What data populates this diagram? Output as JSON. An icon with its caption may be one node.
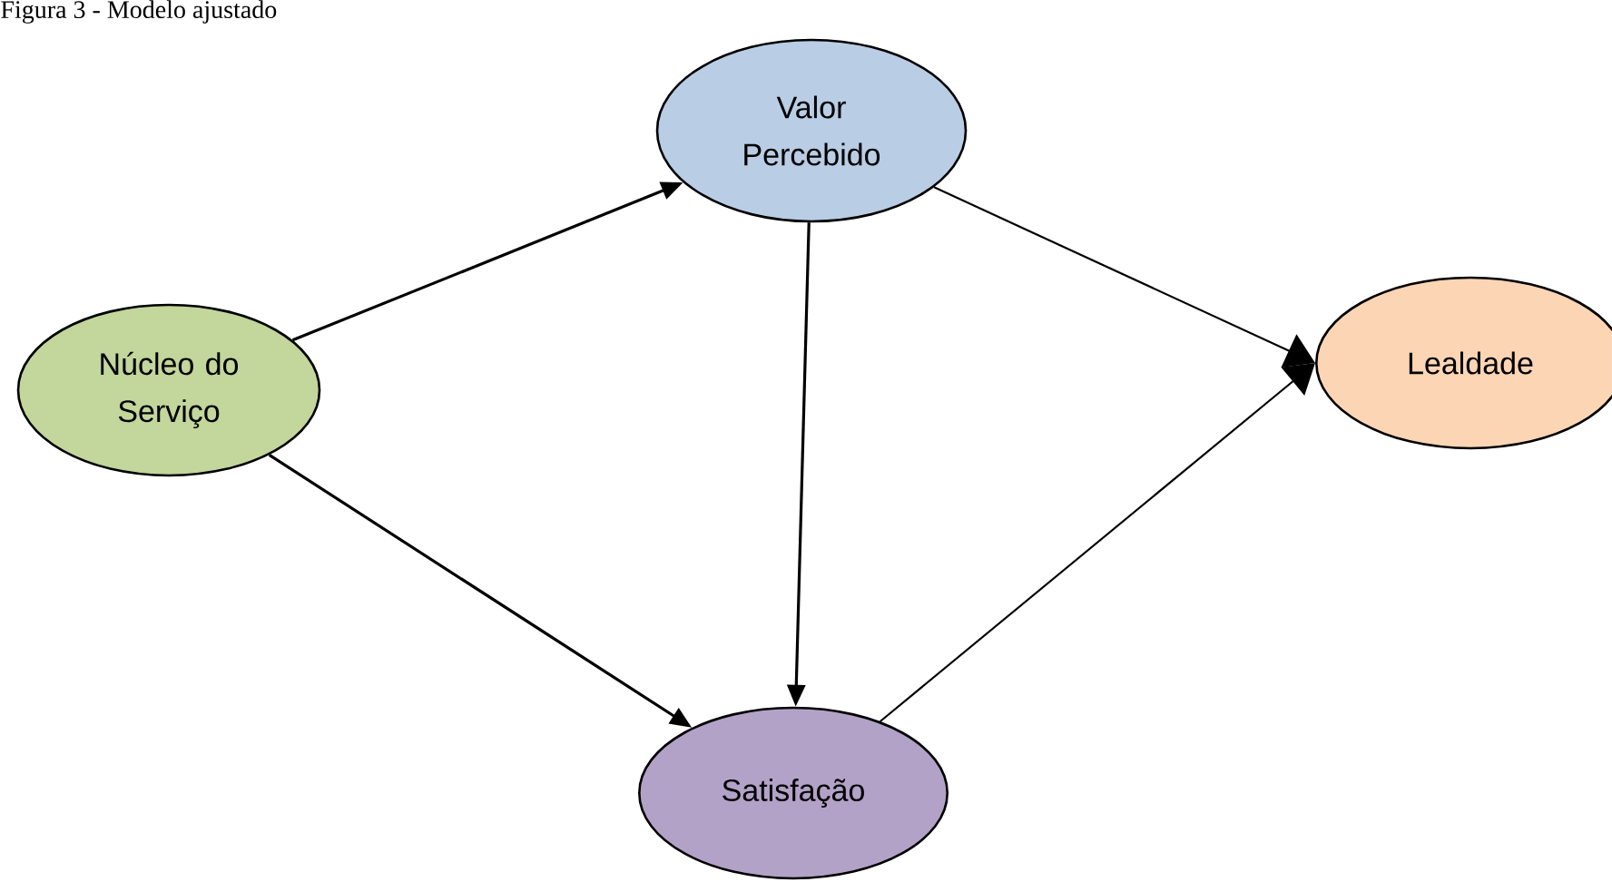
{
  "diagram": {
    "title": "Figura 3 - Modelo ajustado",
    "nodes": [
      {
        "text": [
          "Núcleo do Serviço"
        ]
      },
      {
        "text": [
          "Valor Percebido"
        ]
      },
      {
        "text": [
          "Lealdade"
        ]
      },
      {
        "text": [
          "Satisfação"
        ]
      }
    ],
    "edges": [
      {
        "from": 0,
        "to": 1,
        "arrow": "to"
      },
      {
        "from": 0,
        "to": 3,
        "arrow": "to"
      },
      {
        "from": 1,
        "to": 3,
        "arrow": "to"
      },
      {
        "from": 1,
        "to": 2,
        "arrow": "to"
      },
      {
        "from": 3,
        "to": 2,
        "arrow": "to"
      }
    ]
  }
}
